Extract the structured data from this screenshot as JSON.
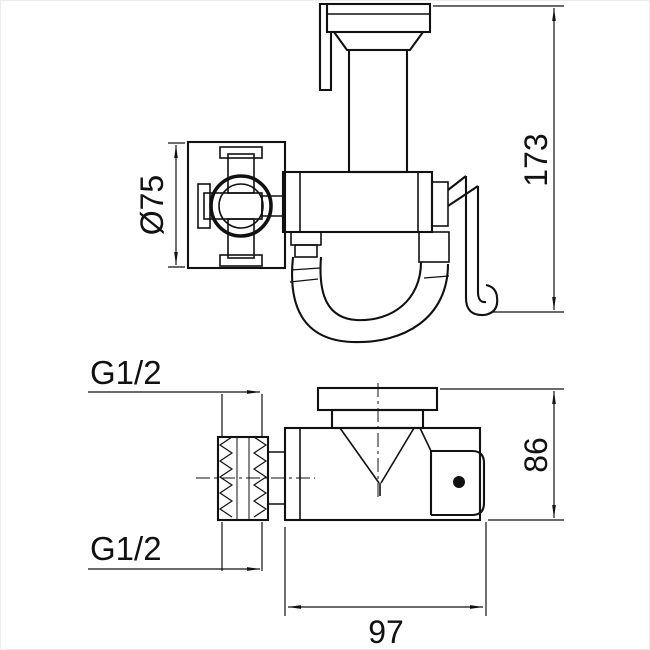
{
  "canvas": {
    "background": "#ffffff",
    "line_color": "#111111"
  },
  "front_view": {
    "dim_diameter_label": "Ø75",
    "dim_height_label": "173"
  },
  "side_view": {
    "thread_top_label": "G1/2",
    "thread_bottom_label": "G1/2",
    "dim_height_label": "86",
    "dim_width_label": "97"
  }
}
